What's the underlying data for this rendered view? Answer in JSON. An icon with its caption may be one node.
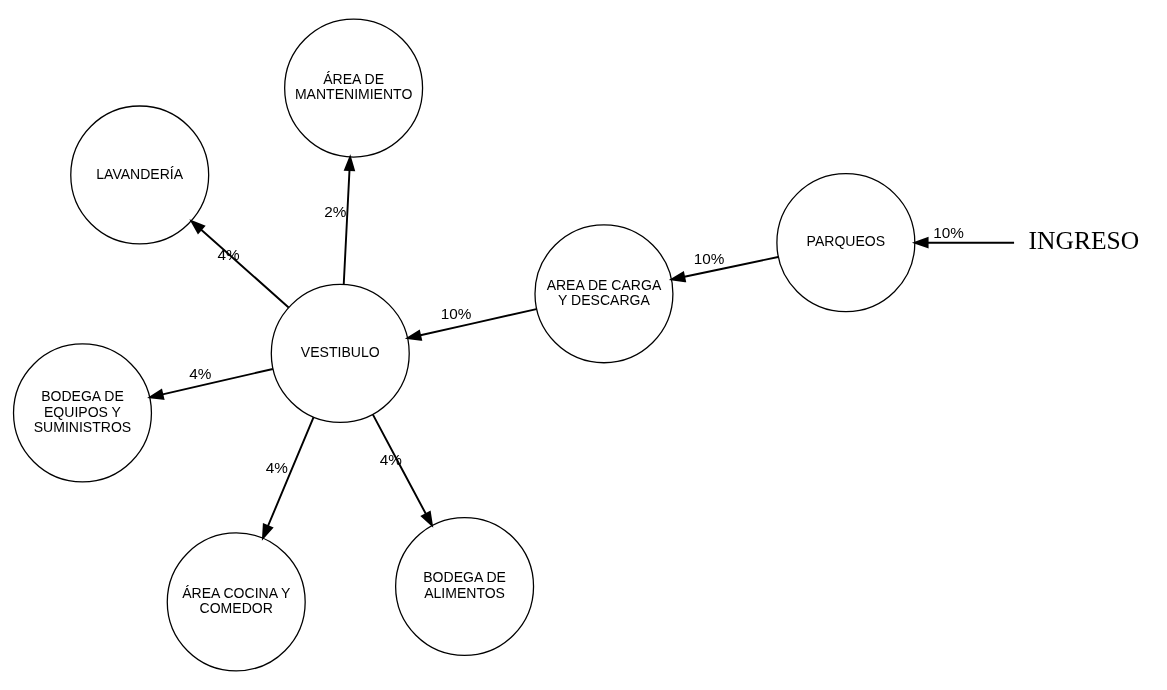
{
  "diagram": {
    "nodes": [
      {
        "text": [
          "LAVANDERÍA"
        ]
      },
      {
        "text": [
          "PARQUEOS"
        ]
      },
      {
        "text": [
          "INGRESO"
        ]
      },
      {
        "text": [
          "ÁREA DE MANTENIMIENTO"
        ]
      },
      {
        "text": [
          "VESTIBULO"
        ]
      },
      {
        "text": [
          "AREA DE CARGA Y DESCARGA"
        ]
      },
      {
        "text": [
          "BODEGA DE EQUIPOS Y SUMINISTROS"
        ]
      },
      {
        "text": [
          "BODEGA DE ALIMENTOS"
        ]
      },
      {
        "text": [
          "ÁREA COCINA Y COMEDOR"
        ]
      }
    ],
    "edges": [
      {
        "from": 2,
        "to": 1,
        "arrow": "to",
        "label": "10%"
      },
      {
        "from": 1,
        "to": 5,
        "arrow": "to",
        "label": "10%"
      },
      {
        "from": 5,
        "to": 4,
        "arrow": "to",
        "label": "10%"
      },
      {
        "from": 4,
        "to": 0,
        "arrow": "to",
        "label": "4%"
      },
      {
        "from": 4,
        "to": 3,
        "arrow": "to",
        "label": "2%"
      },
      {
        "from": 4,
        "to": 6,
        "arrow": "to",
        "label": "4%"
      },
      {
        "from": 4,
        "to": 8,
        "arrow": "to",
        "label": "4%"
      },
      {
        "from": 4,
        "to": 7,
        "arrow": "to",
        "label": "4%"
      }
    ]
  }
}
